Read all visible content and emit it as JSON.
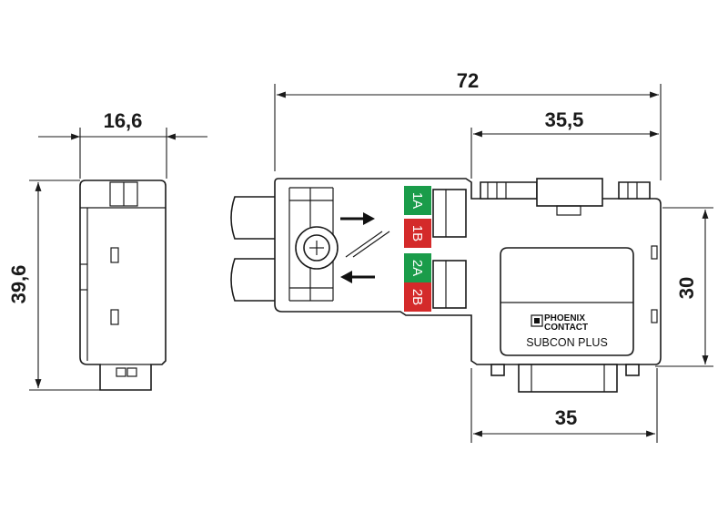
{
  "dimensions": {
    "overall_length": "72",
    "head_length": "35,5",
    "width": "16,6",
    "height_side": "39,6",
    "height_front": "30",
    "base_length": "35"
  },
  "pins": [
    {
      "label": "1A",
      "color": "#1a9c4a"
    },
    {
      "label": "1B",
      "color": "#d42a2a"
    },
    {
      "label": "2A",
      "color": "#1a9c4a"
    },
    {
      "label": "2B",
      "color": "#d42a2a"
    }
  ],
  "branding": {
    "logo_line1": "PHOENIX",
    "logo_line2": "CONTACT",
    "product": "SUBCON PLUS"
  }
}
